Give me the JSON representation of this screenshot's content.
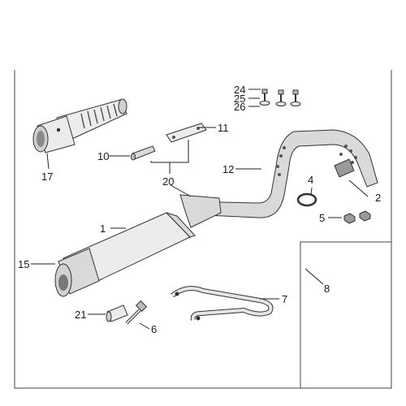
{
  "diagram": {
    "callouts": [
      {
        "id": "1",
        "label": "1"
      },
      {
        "id": "2",
        "label": "2"
      },
      {
        "id": "4",
        "label": "4"
      },
      {
        "id": "5",
        "label": "5"
      },
      {
        "id": "6",
        "label": "6"
      },
      {
        "id": "7",
        "label": "7"
      },
      {
        "id": "8",
        "label": "8"
      },
      {
        "id": "10",
        "label": "10"
      },
      {
        "id": "11",
        "label": "11"
      },
      {
        "id": "12",
        "label": "12"
      },
      {
        "id": "15",
        "label": "15"
      },
      {
        "id": "17",
        "label": "17"
      },
      {
        "id": "20",
        "label": "20"
      },
      {
        "id": "21",
        "label": "21"
      },
      {
        "id": "24",
        "label": "24"
      },
      {
        "id": "25",
        "label": "25"
      },
      {
        "id": "26",
        "label": "26"
      }
    ]
  }
}
